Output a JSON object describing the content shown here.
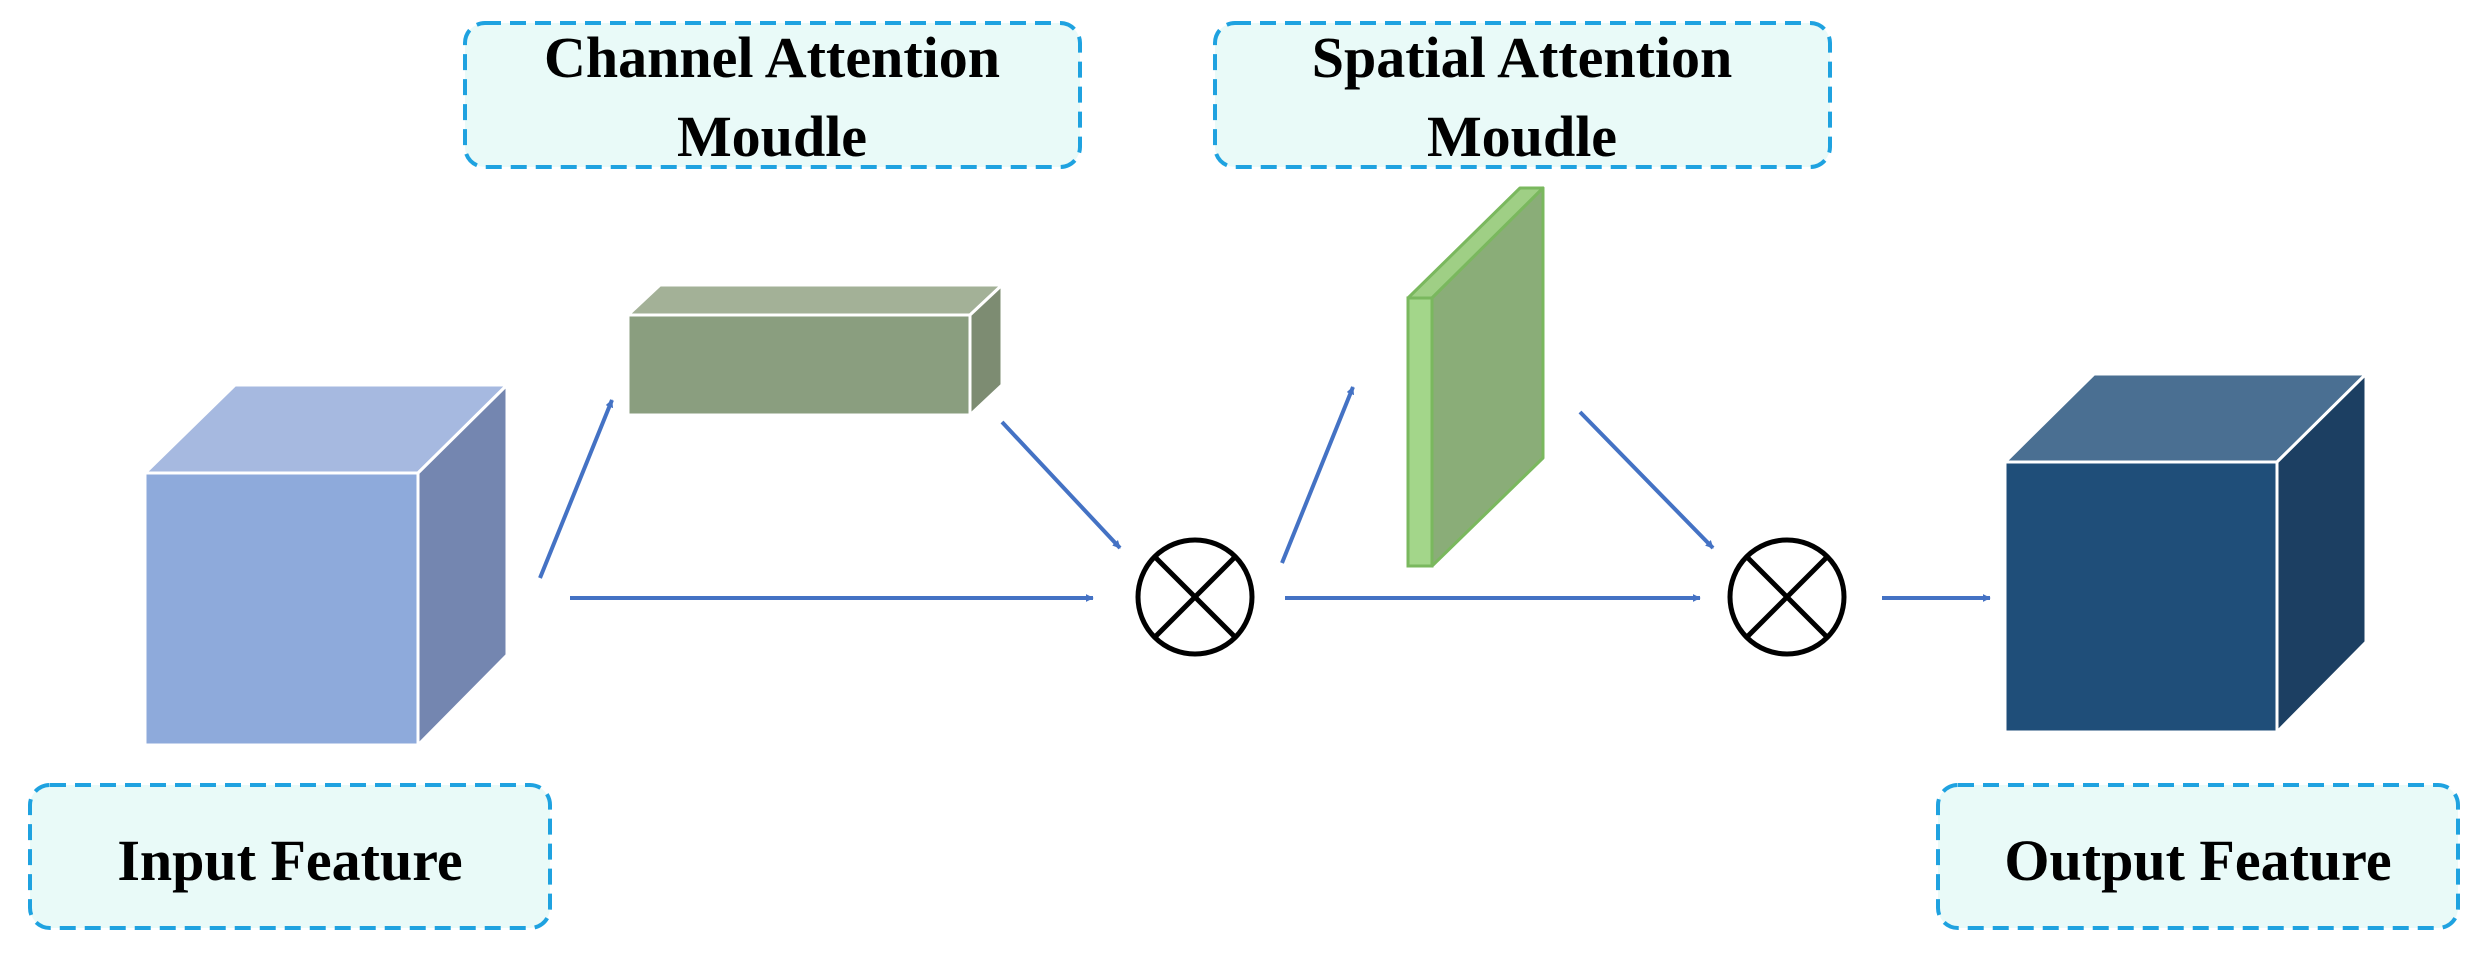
{
  "labels": {
    "channel_attention": [
      "Channel Attention",
      "Moudle"
    ],
    "spatial_attention": [
      "Spatial Attention",
      "Moudle"
    ],
    "input_feature": "Input Feature",
    "output_feature": "Output Feature"
  },
  "colors": {
    "input_front": "#8eaadb",
    "input_top": "#a6b9e0",
    "input_side": "#7486b0",
    "channel_front": "#8a9e7f",
    "channel_top": "#a3b197",
    "channel_side": "#7d8c72",
    "spatial_front": "#8aad78",
    "spatial_top": "#9fcf85",
    "spatial_side": "#a3d68a",
    "spatial_edge": "#7ab85e",
    "output_front": "#1f4e79",
    "output_top": "#4a6f92",
    "output_side": "#1c3f62",
    "arrow": "#4472c4",
    "label_box_fill": "#e9faf8",
    "label_box_border": "#1fa2e0"
  },
  "icons": {
    "multiply_operator": "circled-times"
  }
}
